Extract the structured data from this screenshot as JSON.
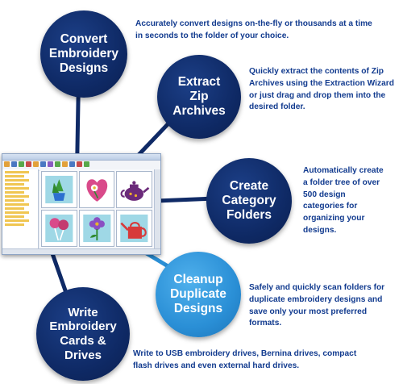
{
  "features": [
    {
      "title": "Convert\nEmbroidery\nDesigns",
      "description": "Accurately convert designs on-the-fly or thousands at a time in seconds to the folder of your choice."
    },
    {
      "title": "Extract\nZip\nArchives",
      "description": "Quickly extract the contents of Zip Archives using the Extraction Wizard or just drag and drop them into the desired folder."
    },
    {
      "title": "Create\nCategory\nFolders",
      "description": "Automatically create a folder tree of over 500 design categories for organizing your designs."
    },
    {
      "title": "Cleanup\nDuplicate\nDesigns",
      "description": "Safely and quickly scan folders for duplicate embroidery designs and save only your most preferred formats."
    },
    {
      "title": "Write\nEmbroidery\nCards &\nDrives",
      "description": "Write to USB embroidery drives, Bernina drives, compact flash drives and even external hard drives."
    }
  ],
  "colors": {
    "navy": "#0f2a66",
    "sky": "#2a8fd6",
    "text": "#123b8f"
  },
  "app_window": {
    "thumbnails": [
      "potted-plant-icon",
      "heart-flower-icon",
      "teapot-icon",
      "lollipops-icon",
      "flower-icon",
      "watering-can-icon"
    ]
  }
}
